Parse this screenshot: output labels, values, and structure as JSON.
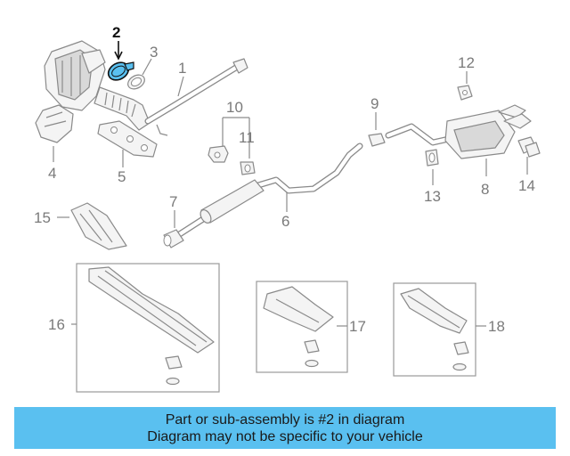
{
  "diagram": {
    "highlight_color": "#5ac0f0",
    "callouts": {
      "c1": "1",
      "c2": "2",
      "c3": "3",
      "c4": "4",
      "c5": "5",
      "c6": "6",
      "c7": "7",
      "c8": "8",
      "c9": "9",
      "c10": "10",
      "c11": "11",
      "c12": "12",
      "c13": "13",
      "c14": "14",
      "c15": "15",
      "c16": "16",
      "c17": "17",
      "c18": "18"
    }
  },
  "banner": {
    "line1": "Part or sub-assembly is #2 in diagram",
    "line2": "Diagram may not be specific to your vehicle",
    "background": "#5ac0f0"
  }
}
